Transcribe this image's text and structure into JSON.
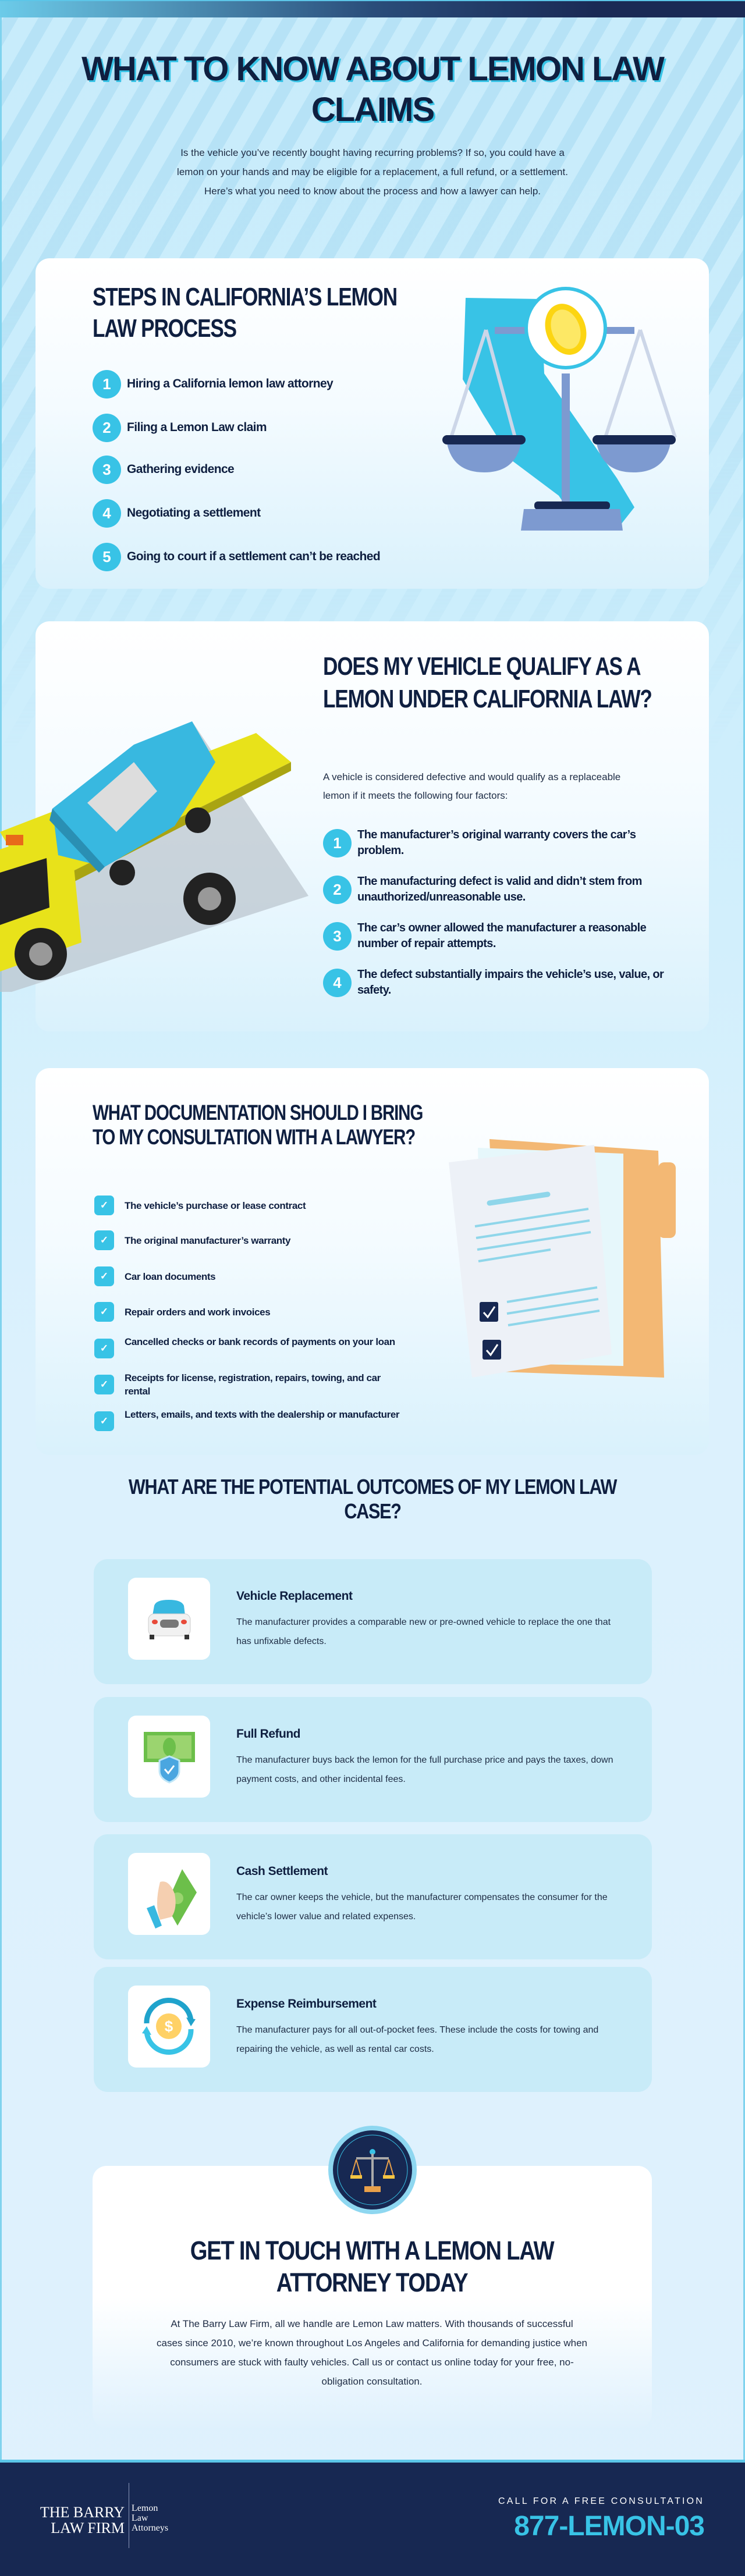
{
  "header": {
    "title": "WHAT TO KNOW ABOUT LEMON LAW CLAIMS",
    "intro": "Is the vehicle you’ve recently bought having recurring problems? If so, you could have a lemon on your hands and may be eligible for a replacement, a full refund, or a settlement. Here’s what you need to know about the process and how a lawyer can help."
  },
  "steps": {
    "title": "STEPS IN CALIFORNIA’S LEMON LAW PROCESS",
    "items": [
      {
        "n": "1",
        "label": "Hiring a California lemon law attorney"
      },
      {
        "n": "2",
        "label": "Filing a Lemon Law claim"
      },
      {
        "n": "3",
        "label": "Gathering evidence"
      },
      {
        "n": "4",
        "label": "Negotiating a settlement"
      },
      {
        "n": "5",
        "label": "Going to court if a settlement can’t be reached"
      }
    ]
  },
  "qualify": {
    "title": "DOES MY VEHICLE QUALIFY AS A LEMON UNDER CALIFORNIA LAW?",
    "intro": "A vehicle is considered defective and would qualify as a replaceable lemon if it meets the following four factors:",
    "items": [
      {
        "n": "1",
        "label": "The manufacturer’s original warranty covers the car’s problem."
      },
      {
        "n": "2",
        "label": "The manufacturing defect is valid and didn’t stem from unauthorized/unreasonable use."
      },
      {
        "n": "3",
        "label": "The car’s owner allowed the manufacturer a reasonable number of repair attempts."
      },
      {
        "n": "4",
        "label": "The defect substantially impairs the vehicle’s use, value, or safety."
      }
    ]
  },
  "documents": {
    "title": "WHAT DOCUMENTATION SHOULD I BRING TO MY CONSULTATION WITH A LAWYER?",
    "check": "✓",
    "items": [
      "The vehicle’s purchase or lease contract",
      "The original manufacturer’s warranty",
      "Car loan documents",
      "Repair orders and work invoices",
      "Cancelled checks or bank records of payments on your loan",
      "Receipts for license, registration, repairs, towing, and car rental",
      "Letters, emails, and texts with the dealership or manufacturer"
    ]
  },
  "outcomes": {
    "title": "WHAT ARE THE POTENTIAL OUTCOMES OF MY LEMON LAW CASE?",
    "items": [
      {
        "icon": "car-front-icon",
        "title": "Vehicle Replacement",
        "desc": "The manufacturer provides a comparable new or pre-owned vehicle to replace the one that has unfixable defects."
      },
      {
        "icon": "money-shield-icon",
        "title": "Full Refund",
        "desc": "The manufacturer buys back the lemon for the full purchase price and pays the taxes, down payment costs, and other incidental fees."
      },
      {
        "icon": "hand-cash-icon",
        "title": "Cash Settlement",
        "desc": "The car owner keeps the vehicle, but the manufacturer compensates the consumer for the vehicle’s lower value and related expenses."
      },
      {
        "icon": "dollar-cycle-icon",
        "title": "Expense Reimbursement",
        "desc": "The manufacturer pays for all out-of-pocket fees. These include the costs for towing and repairing the vehicle, as well as rental car costs."
      }
    ]
  },
  "contact": {
    "title": "GET IN TOUCH WITH A LEMON LAW ATTORNEY TODAY",
    "body": "At The Barry Law Firm, all we handle are Lemon Law matters. With thousands of successful cases since 2010, we’re known throughout Los Angeles and California for demanding justice when consumers are stuck with faulty vehicles. Call us or contact us online today for your free, no-obligation consultation."
  },
  "footer": {
    "logo_line1": "THE BARRY",
    "logo_line2": "LAW FIRM",
    "tag1": "Lemon",
    "tag2": "Law",
    "tag3": "Attorneys",
    "cta": "CALL FOR A FREE CONSULTATION",
    "phone": "877-LEMON-03"
  },
  "colors": {
    "navy": "#0f1f40",
    "accent": "#38c3e6",
    "footer": "#172852"
  }
}
